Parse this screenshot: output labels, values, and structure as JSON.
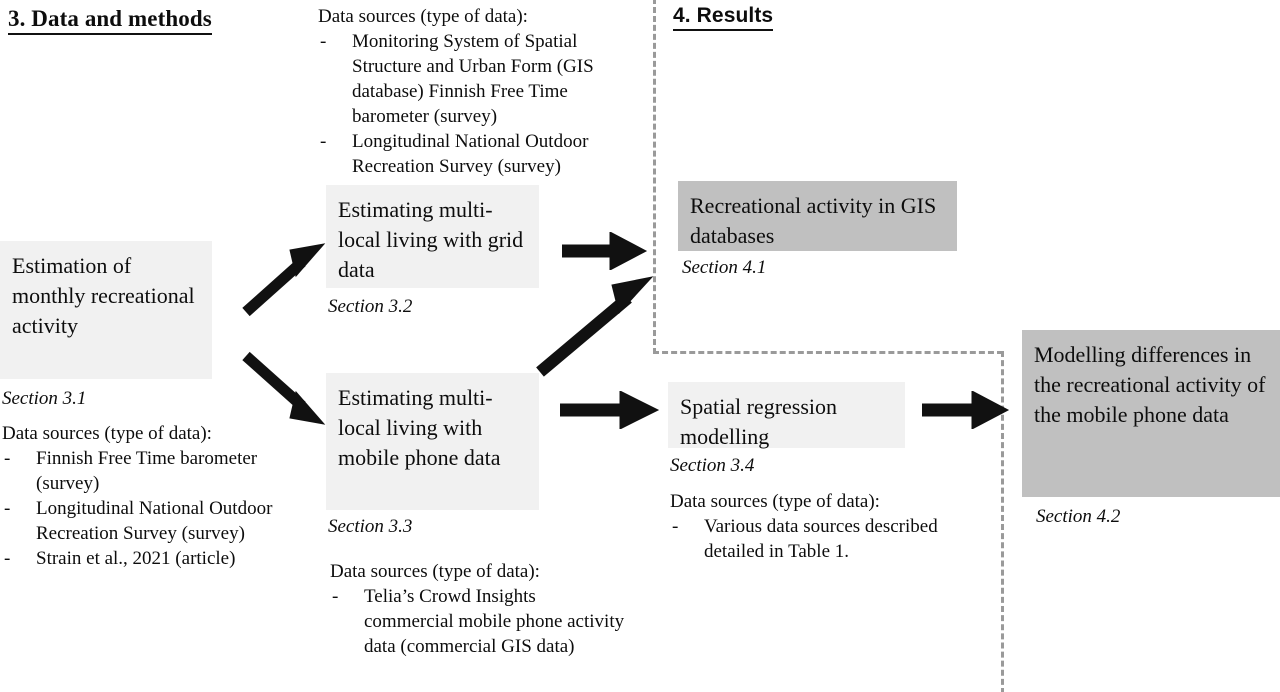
{
  "figure": {
    "type": "flowchart",
    "headings": [
      {
        "id": "methods",
        "label": "3. Data and methods",
        "style": "serif-bold-underline"
      },
      {
        "id": "results",
        "label": "4. Results",
        "style": "sans-bold-underline"
      }
    ]
  },
  "boxes": {
    "estimation": {
      "text": "Estimation of monthly recreational activity",
      "section": "Section 3.1",
      "fill": "#f1f1f1"
    },
    "grid": {
      "text": "Estimating multi-local living with grid data",
      "section": "Section 3.2",
      "fill": "#f1f1f1"
    },
    "mobile": {
      "text": "Estimating multi-local living with mobile phone data",
      "section": "Section 3.3",
      "fill": "#f1f1f1"
    },
    "regression": {
      "text": "Spatial regression modelling",
      "section": "Section 3.4",
      "fill": "#f1f1f1"
    },
    "gis_results": {
      "text": "Recreational activity in GIS databases",
      "section": "Section 4.1",
      "fill": "#c0c0c0"
    },
    "modelling_results": {
      "text": "Modelling differences in the recreational activity of the mobile phone data",
      "section": "Section 4.2",
      "fill": "#c0c0c0"
    }
  },
  "data_sources": {
    "top_center": {
      "title": "Data sources (type of data):",
      "items": [
        "Monitoring System of Spatial Structure and Urban Form (GIS database) Finnish Free Time barometer (survey)",
        "Longitudinal National Outdoor Recreation Survey (survey)"
      ]
    },
    "bottom_left": {
      "title": "Data sources (type of data):",
      "items": [
        "Finnish Free Time barometer (survey)",
        "Longitudinal National Outdoor Recreation Survey (survey)",
        "Strain et al., 2021 (article)"
      ]
    },
    "bottom_center": {
      "title": "Data sources (type of data):",
      "items": [
        "Telia’s Crowd Insights commercial mobile phone activity data (commercial GIS data)"
      ]
    },
    "regression_sources": {
      "title": "Data sources (type of data):",
      "items": [
        "Various data sources described detailed in Table 1."
      ]
    }
  },
  "bullet": {
    "dash": "-"
  },
  "colors": {
    "box_light": "#f1f1f1",
    "box_gray": "#c0c0c0",
    "arrow": "#111111",
    "dashed_boundary": "#9a9a9a",
    "text": "#0d0d0d",
    "background": "#ffffff"
  }
}
